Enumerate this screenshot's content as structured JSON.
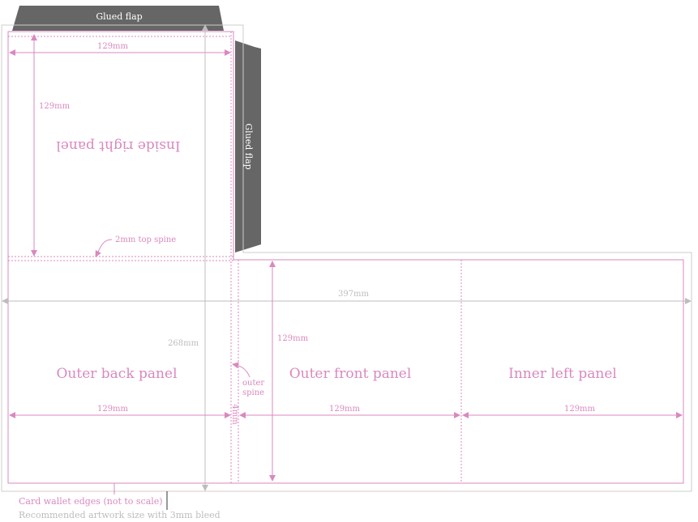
{
  "colors": {
    "accent": "#d989bf",
    "flap": "#666666",
    "bleed": "#c8c8c8"
  },
  "flaps": {
    "top": "Glued flap",
    "side": "Glued flap"
  },
  "panels": {
    "inside_right": "Inside right panel",
    "outer_back": "Outer back panel",
    "outer_front": "Outer front panel",
    "inner_left": "Inner left panel"
  },
  "dimensions": {
    "top_width": "129mm",
    "top_height": "129mm",
    "overall_width": "397mm",
    "overall_height": "268mm",
    "back_width": "129mm",
    "front_width": "129mm",
    "front_height": "129mm",
    "inner_width": "129mm",
    "spine_width": "4mm"
  },
  "annotations": {
    "top_spine": "2mm top spine",
    "outer_spine_line1": "outer",
    "outer_spine_line2": "spine"
  },
  "legend": {
    "edges": "Card wallet edges (not to scale)",
    "bleed": "Recommended artwork size with 3mm bleed"
  }
}
